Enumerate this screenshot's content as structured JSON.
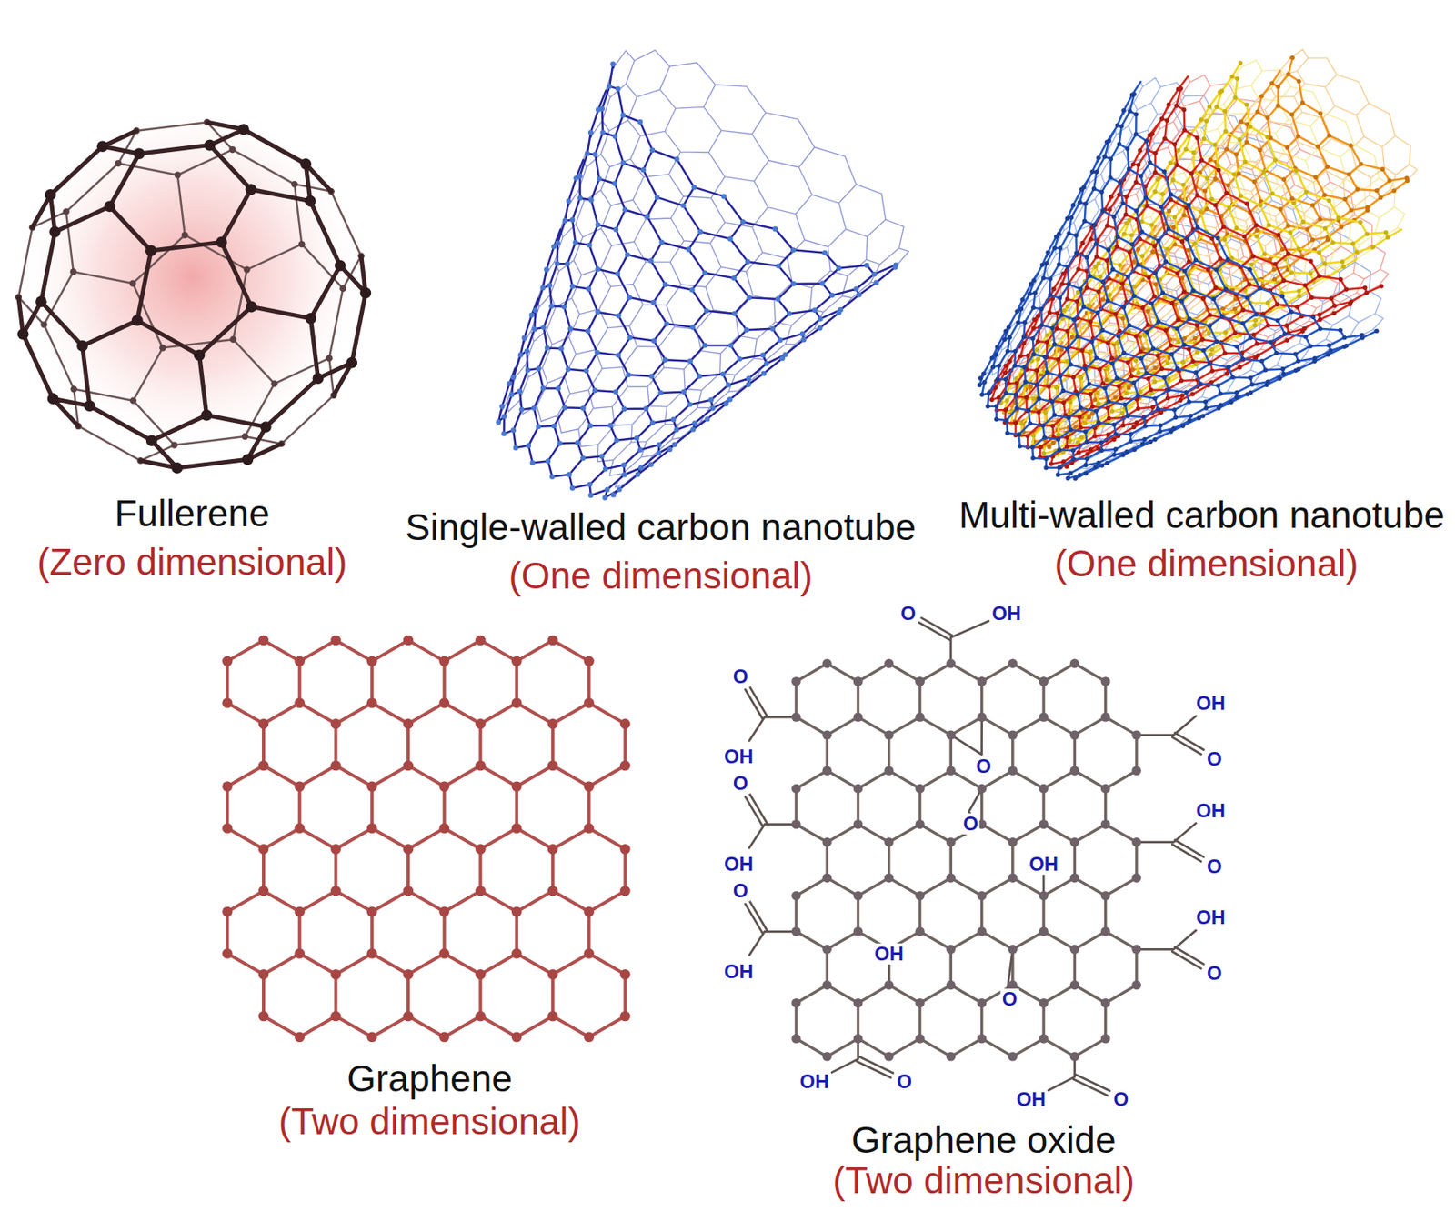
{
  "diagram": {
    "labels": [
      "Fullerene",
      "(Zero dimensional)",
      "Single-walled carbon nanotube",
      "(One dimensional)",
      "Multi-walled carbon nanotube",
      "(One dimensional)",
      "O",
      "OH",
      "O",
      "OH",
      "O",
      "O",
      "OH",
      "O",
      "OH",
      "O",
      "O",
      "OH",
      "OH",
      "O",
      "OH",
      "OH",
      "O",
      "O",
      "OH",
      "Graphene",
      "OH",
      "O",
      "OH",
      "O",
      "(Two dimensional)",
      "Graphene oxide",
      "(Two dimensional)"
    ]
  }
}
